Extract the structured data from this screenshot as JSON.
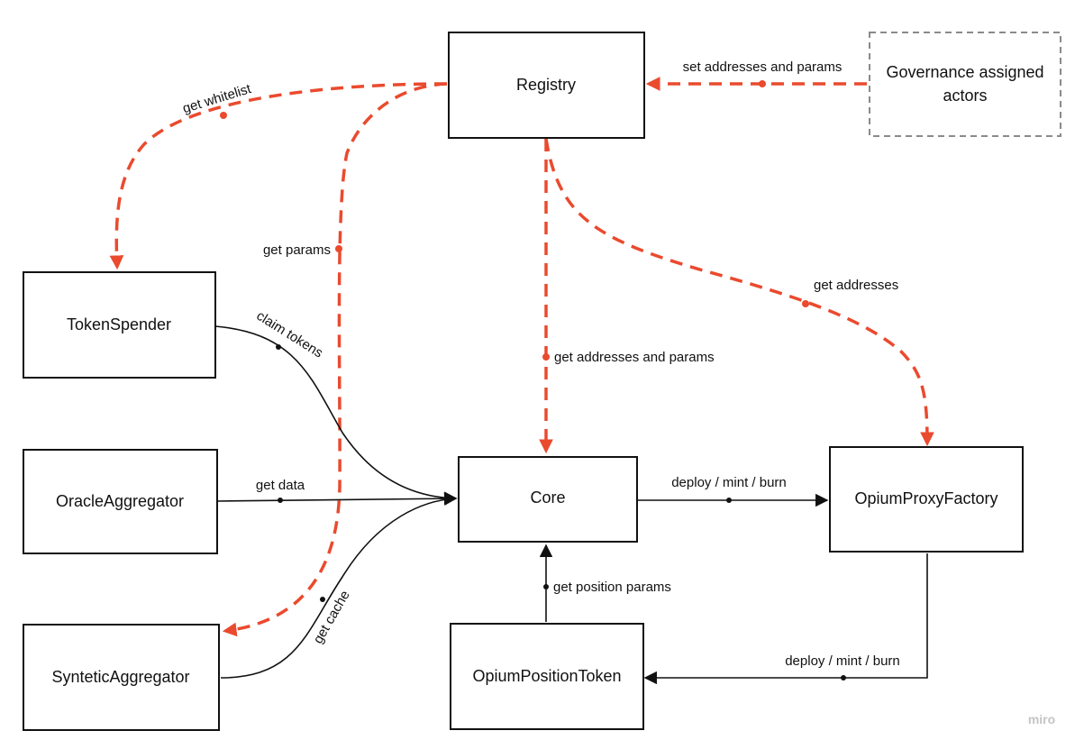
{
  "colors": {
    "accent": "#ea4a2e",
    "line": "#111111",
    "governance_border": "#8a8a8a"
  },
  "nodes": {
    "registry": "Registry",
    "governance": [
      "Governance assigned",
      "actors"
    ],
    "token_spender": "TokenSpender",
    "oracle_aggregator": "OracleAggregator",
    "syntetic_aggregator": "SynteticAggregator",
    "core": "Core",
    "opium_proxy_factory": "OpiumProxyFactory",
    "opium_position_token": "OpiumPositionToken"
  },
  "edges": {
    "set_addresses_and_params": "set addresses and params",
    "get_whitelist": "get whitelist",
    "get_params": "get params",
    "get_addresses_and_params": "get addresses and params",
    "get_addresses": "get addresses",
    "claim_tokens": "claim tokens",
    "get_data": "get data",
    "get_cache": "get cache",
    "deploy_mint_burn_core": "deploy / mint / burn",
    "get_position_params": "get position params",
    "deploy_mint_burn_factory": "deploy / mint / burn"
  },
  "watermark": "miro"
}
